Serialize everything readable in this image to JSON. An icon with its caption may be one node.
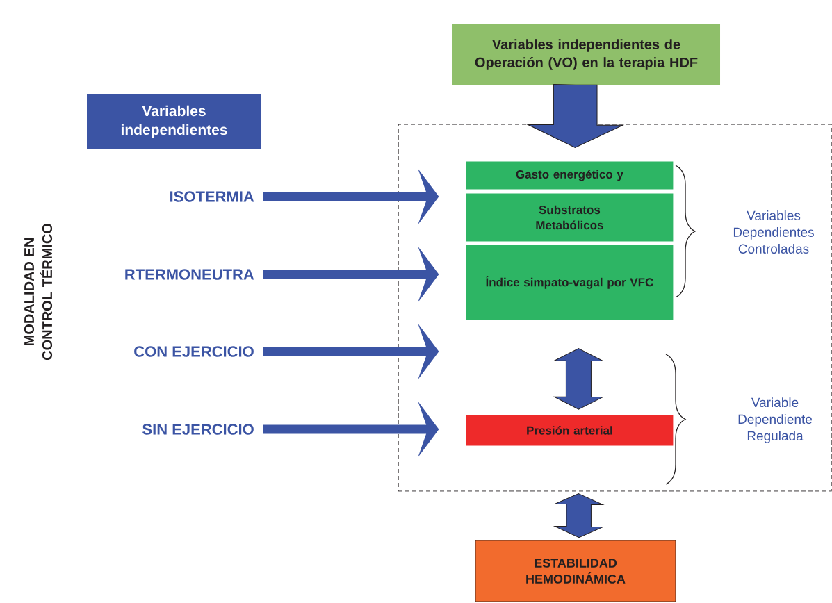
{
  "diagram": {
    "nodes": [
      {
        "text": [
          "Variables independientes de Operación (VO) en la terapia HDF"
        ]
      },
      {
        "text": [
          "Variables independientes"
        ]
      },
      {
        "text": [],
        "shape": "box"
      },
      {
        "text": [
          "Gasto energético y"
        ],
        "in": 2
      },
      {
        "text": [
          "Substratos Metabólicos"
        ],
        "in": 2
      },
      {
        "text": [
          "Índice simpato-vagal por VFC"
        ],
        "in": 2
      },
      {
        "text": [
          "Presión arterial"
        ],
        "in": 2
      },
      {
        "text": [
          "ESTABILIDAD HEMODINÁMICA"
        ]
      },
      {
        "text": [
          "ISOTERMIA"
        ]
      },
      {
        "text": [
          "RTERMONEUTRA"
        ]
      },
      {
        "text": [
          "CON EJERCICIO"
        ]
      },
      {
        "text": [
          "SIN EJERCICIO"
        ]
      }
    ],
    "edges": [
      {
        "from": 0,
        "to": 2,
        "arrow": "to"
      },
      {
        "from": 5,
        "to": 6,
        "arrow": "both"
      },
      {
        "from": 2,
        "to": 7,
        "arrow": "both"
      },
      {
        "from": 8,
        "to": 2,
        "arrow": "to"
      },
      {
        "from": 9,
        "to": 2,
        "arrow": "to"
      },
      {
        "from": 10,
        "to": 2,
        "arrow": "to"
      },
      {
        "from": 11,
        "to": 2,
        "arrow": "to"
      }
    ],
    "labels": [
      "MODALIDAD EN CONTROL TÉRMICO",
      "Variables Dependientes Controladas",
      "Variable Dependiente Regulada"
    ]
  }
}
